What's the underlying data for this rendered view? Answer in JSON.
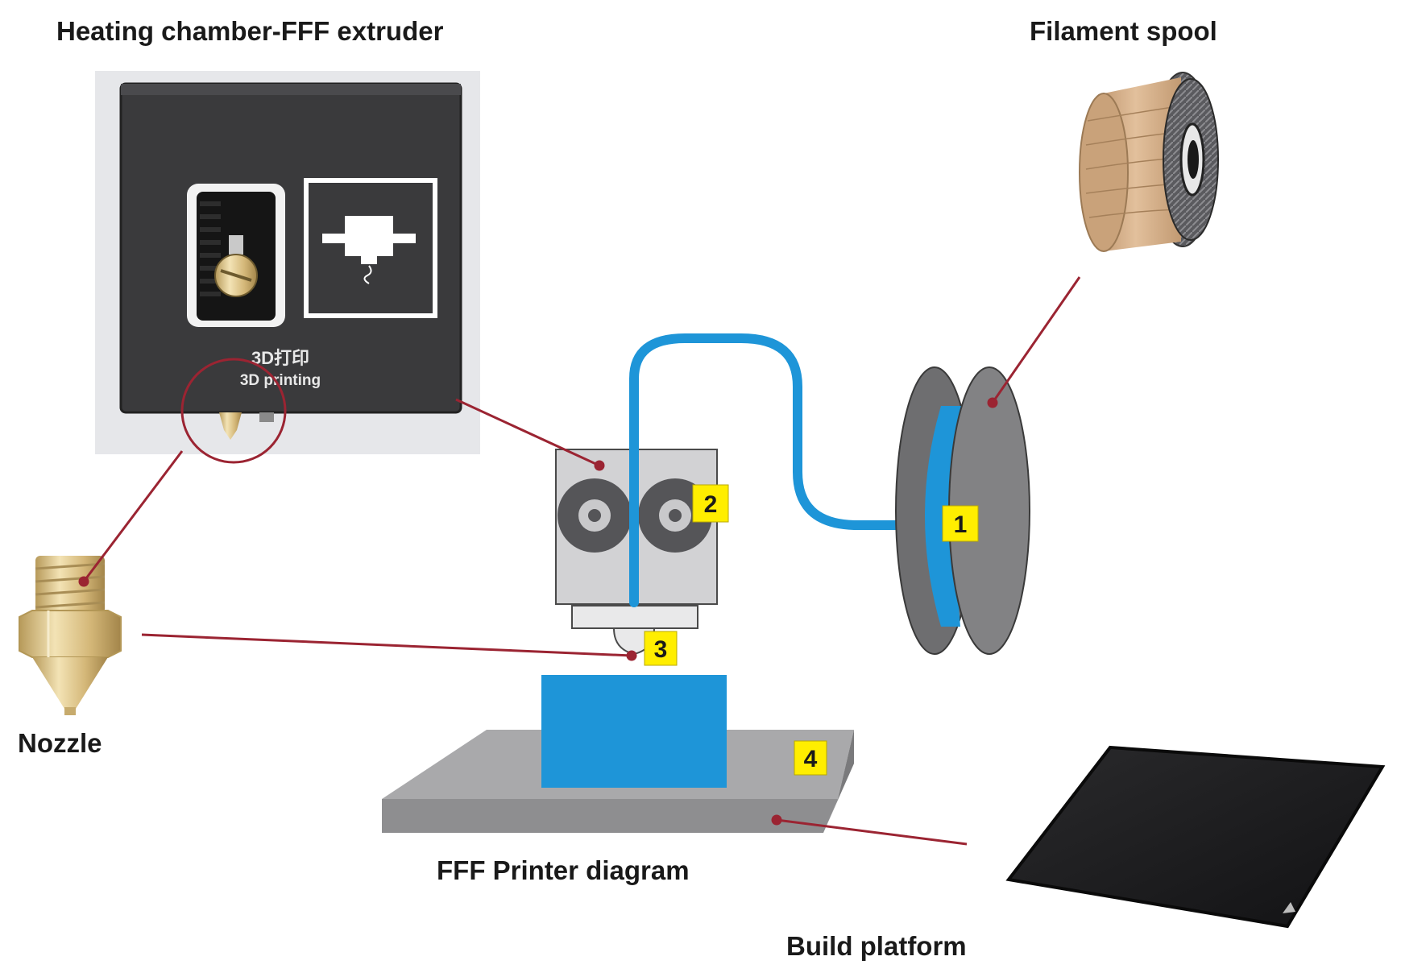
{
  "labels": {
    "heating_chamber": "Heating chamber-FFF extruder",
    "filament_spool": "Filament spool",
    "nozzle": "Nozzle",
    "printer_diagram": "FFF Printer diagram",
    "build_platform": "Build platform"
  },
  "markers": [
    "1",
    "2",
    "3",
    "4"
  ],
  "extruder_stamp": {
    "line1": "3D打印",
    "line2": "3D printing"
  },
  "colors": {
    "filament_blue": "#1e95d8",
    "leader_line": "#9b2432",
    "marker_yellow": "#ffee00",
    "frame_gray": "#8a8a8a",
    "extruder_dark": "#3a3a3c",
    "nozzle_brass": "#d9c38e",
    "spool_wood": "#d8b28a",
    "platform_black": "#1f1f1f"
  }
}
